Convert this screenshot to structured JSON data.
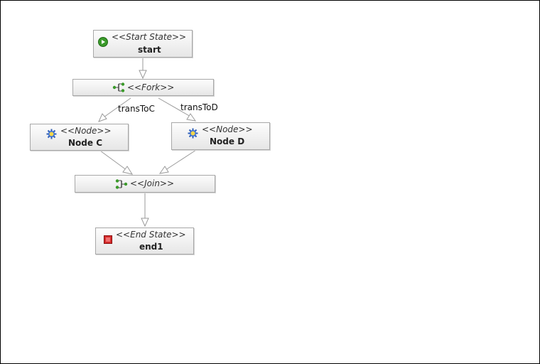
{
  "diagram": {
    "nodes": {
      "start": {
        "stereotype": "<<Start State>>",
        "name": "start",
        "icon": "start-state-icon",
        "color": "#3a9a2a"
      },
      "fork": {
        "stereotype": "<<Fork>>",
        "icon": "fork-icon",
        "color": "#3a9a2a"
      },
      "node_c": {
        "stereotype": "<<Node>>",
        "name": "Node C",
        "icon": "node-gear-icon",
        "color": "#3a6fd8"
      },
      "node_d": {
        "stereotype": "<<Node>>",
        "name": "Node D",
        "icon": "node-gear-icon",
        "color": "#3a6fd8"
      },
      "join": {
        "stereotype": "<<Join>>",
        "icon": "join-icon",
        "color": "#3a9a2a"
      },
      "end": {
        "stereotype": "<<End State>>",
        "name": "end1",
        "icon": "end-state-icon",
        "color": "#d42a2a"
      }
    },
    "transitions": {
      "to_c": "transToC",
      "to_d": "transToD"
    }
  }
}
